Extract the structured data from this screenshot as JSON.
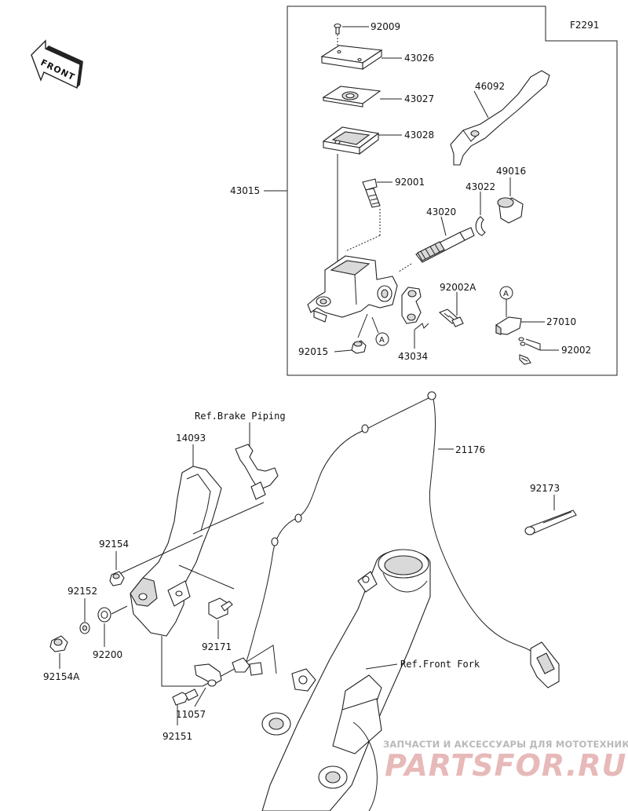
{
  "figure_code": "F2291",
  "front_label": "FRONT",
  "group_label": "43015",
  "part_numbers": {
    "p92009": "92009",
    "p43026": "43026",
    "p43027": "43027",
    "p43028": "43028",
    "p46092": "46092",
    "p92001": "92001",
    "p49016": "49016",
    "p43022": "43022",
    "p43020": "43020",
    "p92002A": "92002A",
    "p27010": "27010",
    "p92002": "92002",
    "p92015": "92015",
    "p43034": "43034",
    "p21176": "21176",
    "p14093": "14093",
    "p92173": "92173",
    "p92154": "92154",
    "p92152": "92152",
    "p92200": "92200",
    "p92171": "92171",
    "p92154A": "92154A",
    "p11057": "11057",
    "p92151": "92151"
  },
  "callout_letter": "A",
  "references": {
    "brake_piping": "Ref.Brake Piping",
    "front_fork": "Ref.Front Fork"
  },
  "watermark": {
    "tagline": "ЗАПЧАСТИ И АКСЕССУАРЫ ДЛЯ МОТОТЕХНИКИ",
    "brand": "PARTSFOR.RU"
  }
}
